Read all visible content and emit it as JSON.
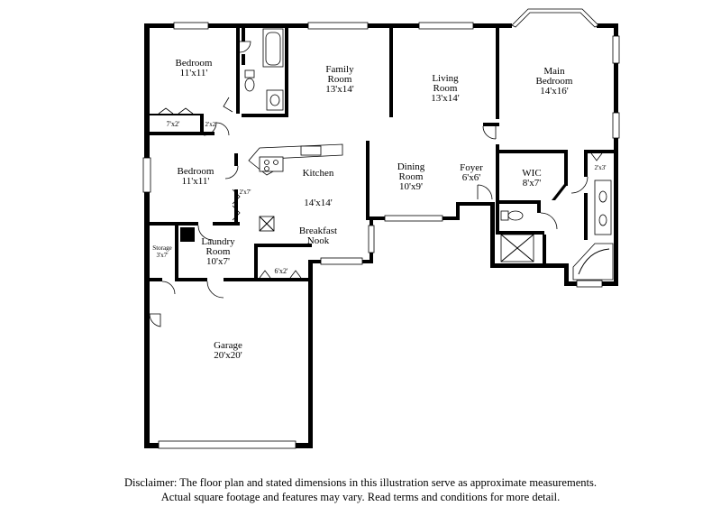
{
  "rooms": {
    "bedroom_top": {
      "name": "Bedroom",
      "dim": "11'x11'"
    },
    "family": {
      "name1": "Family",
      "name2": "Room",
      "dim": "13'x14'"
    },
    "living": {
      "name1": "Living",
      "name2": "Room",
      "dim": "13'x14'"
    },
    "main_bedroom": {
      "name1": "Main",
      "name2": "Bedroom",
      "dim": "14'x16'"
    },
    "bedroom_mid": {
      "name": "Bedroom",
      "dim": "11'x11'"
    },
    "kitchen": {
      "name": "Kitchen",
      "dim": "14'x14'"
    },
    "breakfast": {
      "name1": "Breakfast",
      "name2": "Nook"
    },
    "dining": {
      "name1": "Dining",
      "name2": "Room",
      "dim": "10'x9'"
    },
    "foyer": {
      "name": "Foyer",
      "dim": "6'x6'"
    },
    "wic": {
      "name": "WIC",
      "dim": "8'x7'"
    },
    "laundry": {
      "name1": "Laundry",
      "name2": "Room",
      "dim": "10'x7'"
    },
    "storage": {
      "name": "Storage",
      "dim": "3'x7'"
    },
    "garage": {
      "name": "Garage",
      "dim": "20'x20'"
    }
  },
  "closets": {
    "c7x2": "7'x2'",
    "c2x2": "2'x2'",
    "c2x7": "2'x7'",
    "c6x2": "6'x2'",
    "c2x3": "2'x3'"
  },
  "disclaimer": {
    "line1": "Disclaimer: The floor plan and stated dimensions in this illustration serve as approximate measurements.",
    "line2": "Actual square footage and features may vary. Read terms and conditions for more detail."
  }
}
